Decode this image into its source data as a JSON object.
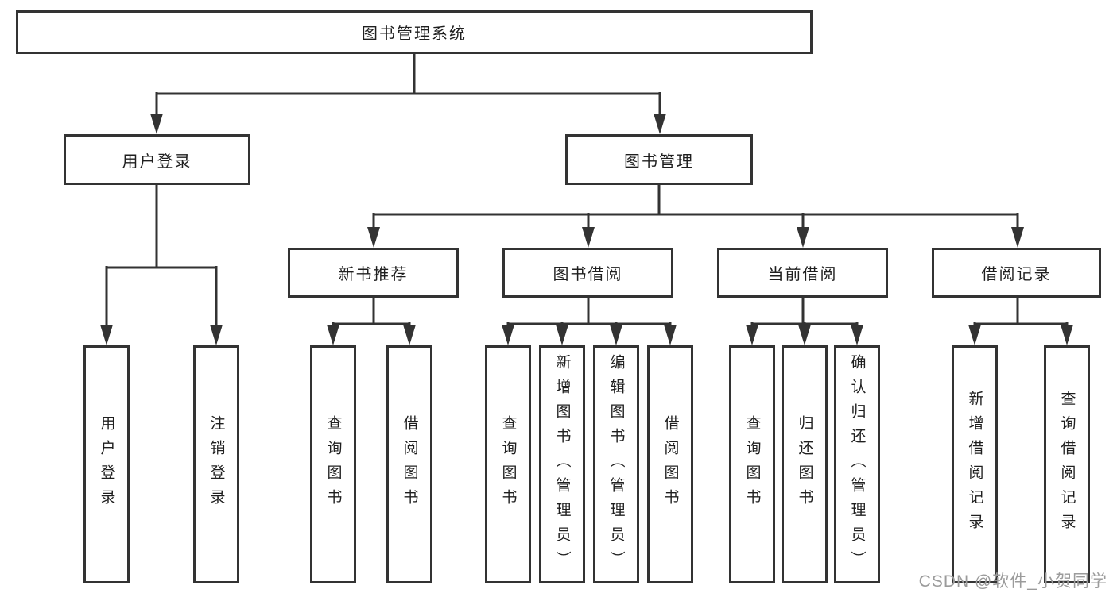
{
  "colors": {
    "line": "#333333",
    "text": "#1f1f1f",
    "watermark": "#9b9b9b",
    "background": "#ffffff"
  },
  "watermark": "CSDN @软件_小贺同学",
  "tree": {
    "root": {
      "label": "图书管理系统"
    },
    "level2": [
      {
        "label": "用户登录"
      },
      {
        "label": "图书管理"
      }
    ],
    "level3": [
      {
        "label": "新书推荐"
      },
      {
        "label": "图书借阅"
      },
      {
        "label": "当前借阅"
      },
      {
        "label": "借阅记录"
      }
    ],
    "leaves": [
      {
        "label": "用户登录"
      },
      {
        "label": "注销登录"
      },
      {
        "label": "查询图书"
      },
      {
        "label": "借阅图书"
      },
      {
        "label": "查询图书"
      },
      {
        "label": "新增图书（管理员）"
      },
      {
        "label": "编辑图书（管理员）"
      },
      {
        "label": "借阅图书"
      },
      {
        "label": "查询图书"
      },
      {
        "label": "归还图书"
      },
      {
        "label": "确认归还（管理员）"
      },
      {
        "label": "新增借阅记录"
      },
      {
        "label": "查询借阅记录"
      }
    ]
  },
  "hierarchy_note": {
    "用户登录": [
      "用户登录",
      "注销登录"
    ],
    "图书管理": {
      "新书推荐": [
        "查询图书",
        "借阅图书"
      ],
      "图书借阅": [
        "查询图书",
        "新增图书（管理员）",
        "编辑图书（管理员）",
        "借阅图书"
      ],
      "当前借阅": [
        "查询图书",
        "归还图书",
        "确认归还（管理员）"
      ],
      "借阅记录": [
        "新增借阅记录",
        "查询借阅记录"
      ]
    }
  }
}
